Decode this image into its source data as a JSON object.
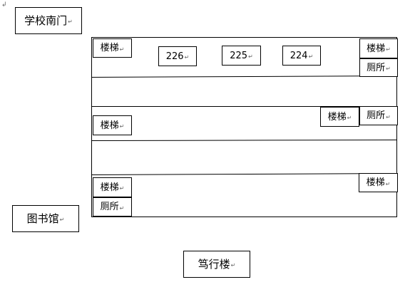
{
  "paragraph_mark": "↵",
  "corner_mark": "↲",
  "landmarks": {
    "south_gate": "学校南门",
    "library": "图书馆",
    "duxing_building": "笃行楼"
  },
  "floor_1": {
    "stair_left": "楼梯",
    "room_226": "226",
    "room_225": "225",
    "room_224": "224",
    "stair_right": "楼梯",
    "toilet_right": "厕所"
  },
  "floor_3": {
    "stair_left": "楼梯",
    "stair_right": "楼梯",
    "toilet_right": "厕所"
  },
  "floor_5": {
    "stair_left": "楼梯",
    "toilet_left": "厕所",
    "stair_right": "楼梯"
  }
}
